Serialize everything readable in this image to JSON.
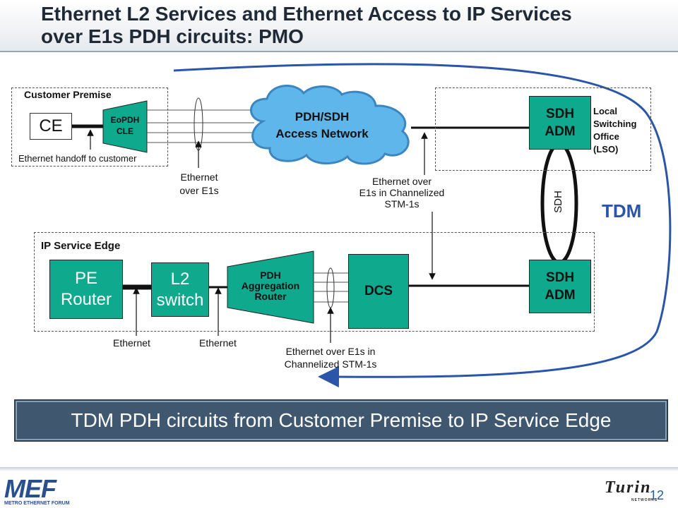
{
  "title": {
    "line1": "Ethernet L2 Services and Ethernet Access to IP Services",
    "line2": "over E1s PDH circuits: PMO"
  },
  "customer_premise": {
    "label": "Customer Premise",
    "ce": "CE",
    "eopdh_line1": "EoPDH",
    "eopdh_line2": "CLE",
    "handoff": "Ethernet handoff to customer"
  },
  "access": {
    "cloud_line1": "PDH/SDH",
    "cloud_line2": "Access Network",
    "eth_e1_line1": "Ethernet",
    "eth_e1_line2": "over E1s",
    "stm_line1": "Ethernet over",
    "stm_line2": "E1s in Channelized",
    "stm_line3": "STM-1s"
  },
  "lso": {
    "adm_line1": "SDH",
    "adm_line2": "ADM",
    "label_line1": "Local",
    "label_line2": "Switching",
    "label_line3": "Office",
    "label_line4": "(LSO)"
  },
  "sdh_link": "SDH",
  "tdm": "TDM",
  "ip_edge": {
    "label": "IP Service Edge",
    "pe_line1": "PE",
    "pe_line2": "Router",
    "l2_line1": "L2",
    "l2_line2": "switch",
    "pdh_line1": "PDH",
    "pdh_line2": "Aggregation",
    "pdh_line3": "Router",
    "dcs": "DCS",
    "adm_line1": "SDH",
    "adm_line2": "ADM",
    "eth1": "Ethernet",
    "eth2": "Ethernet",
    "stm_line1": "Ethernet over E1s in",
    "stm_line2": "Channelized STM-1s"
  },
  "banner": "TDM PDH circuits from Customer Premise to IP Service Edge",
  "footer": {
    "mef_logo": "MEF",
    "mef_sub": "METRO ETHERNET FORUM",
    "turin": "Turin",
    "turin_sub": "NETWORKS",
    "page": "12"
  },
  "colors": {
    "box_green": "#0fa98e",
    "tdm_blue": "#2a55a8",
    "banner": "#3f5870"
  }
}
